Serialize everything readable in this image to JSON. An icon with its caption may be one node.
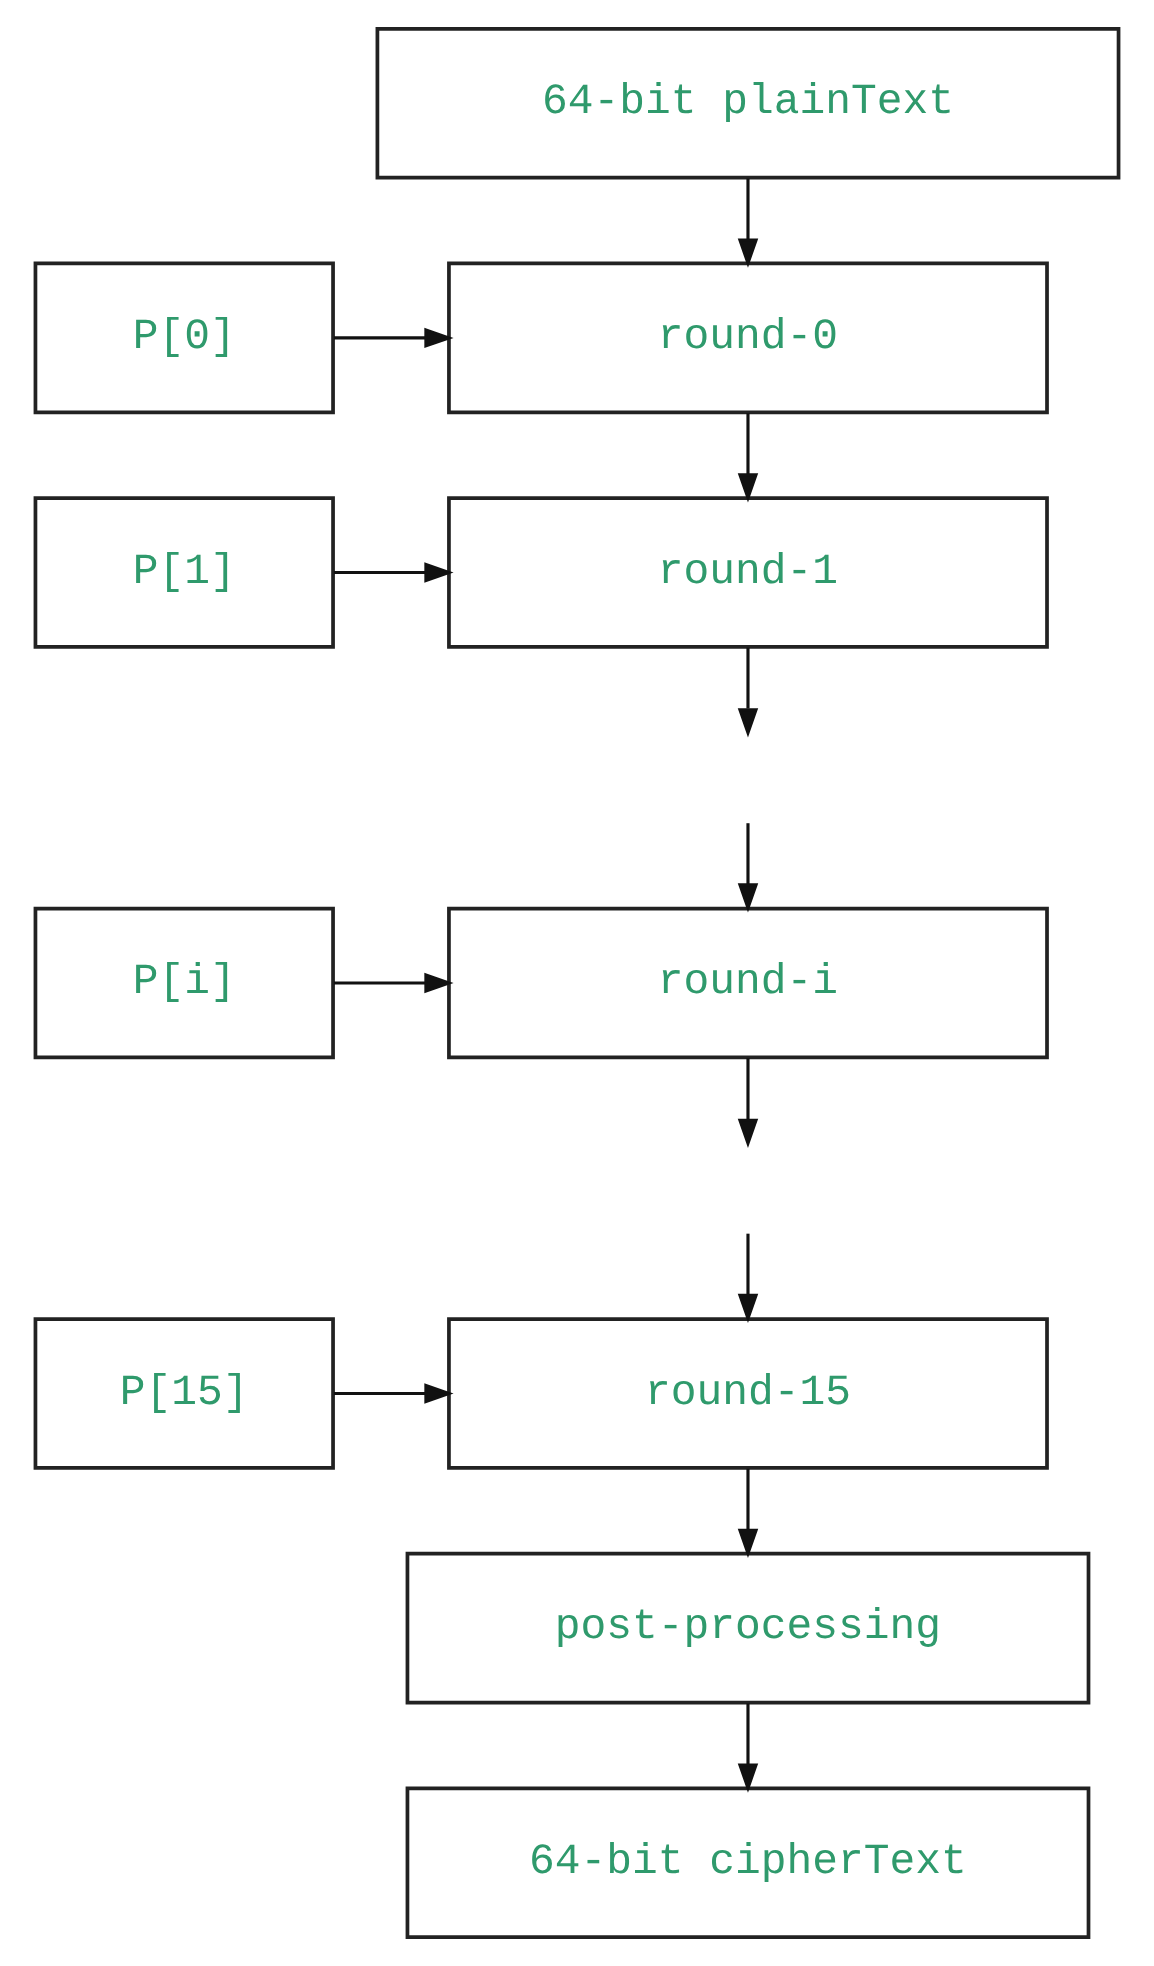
{
  "diagram": {
    "nodes": [
      {
        "text": [
          "64-bit plainText"
        ]
      },
      {
        "text": [
          "P[0]"
        ]
      },
      {
        "text": [
          "round-0"
        ]
      },
      {
        "text": [
          "P[1]"
        ]
      },
      {
        "text": [
          "round-1"
        ]
      },
      {
        "text": [
          "P[i]"
        ]
      },
      {
        "text": [
          "round-i"
        ]
      },
      {
        "text": [
          "P[15]"
        ]
      },
      {
        "text": [
          "round-15"
        ]
      },
      {
        "text": [
          "post-processing"
        ]
      },
      {
        "text": [
          "64-bit cipherText"
        ]
      }
    ],
    "edges": [
      {
        "from": 0,
        "to": 2,
        "arrow": "to"
      },
      {
        "from": 1,
        "to": 2,
        "arrow": "to"
      },
      {
        "from": 2,
        "to": 4,
        "arrow": "to"
      },
      {
        "from": 3,
        "to": 4,
        "arrow": "to"
      },
      {
        "from": 4,
        "to": null,
        "arrow": "to"
      },
      {
        "from": null,
        "to": 6,
        "arrow": "to"
      },
      {
        "from": 5,
        "to": 6,
        "arrow": "to"
      },
      {
        "from": 6,
        "to": null,
        "arrow": "to"
      },
      {
        "from": null,
        "to": 8,
        "arrow": "to"
      },
      {
        "from": 7,
        "to": 8,
        "arrow": "to"
      },
      {
        "from": 8,
        "to": 9,
        "arrow": "to"
      },
      {
        "from": 9,
        "to": 10,
        "arrow": "to"
      }
    ]
  }
}
